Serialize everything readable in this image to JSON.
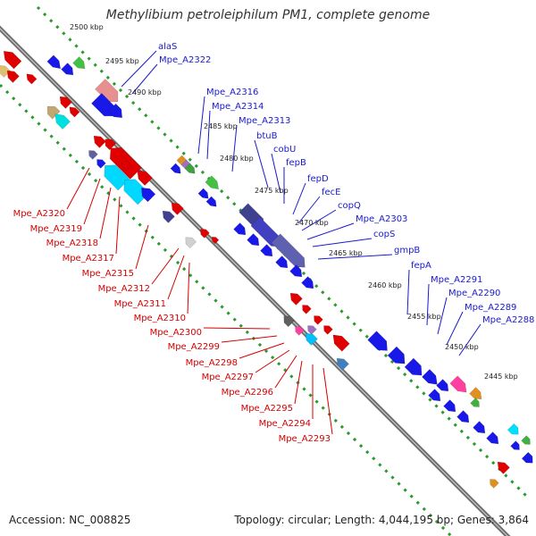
{
  "title": "Methylibium petroleiphilum PM1, complete genome",
  "accession": "Accession: NC_008825",
  "topology": "Topology: circular; Length: 4,044,195 bp; Genes: 3,864",
  "colors": {
    "forward_label": "#1a1acc",
    "reverse_label": "#d40000",
    "backbone": "#707070",
    "tick": "#2a9a2a"
  },
  "kbp_ticks": [
    {
      "label": "2500 kbp"
    },
    {
      "label": "2495 kbp"
    },
    {
      "label": "2490 kbp"
    },
    {
      "label": "2485 kbp"
    },
    {
      "label": "2480 kbp"
    },
    {
      "label": "2475 kbp"
    },
    {
      "label": "2470 kbp"
    },
    {
      "label": "2465 kbp"
    },
    {
      "label": "2460 kbp"
    },
    {
      "label": "2455 kbp"
    },
    {
      "label": "2450 kbp"
    },
    {
      "label": "2445 kbp"
    }
  ],
  "forward_labels": [
    "alaS",
    "Mpe_A2322",
    "Mpe_A2316",
    "Mpe_A2314",
    "Mpe_A2313",
    "btuB",
    "cobU",
    "fepB",
    "fepD",
    "fecE",
    "copQ",
    "Mpe_A2303",
    "copS",
    "gmpB",
    "fepA",
    "Mpe_A2291",
    "Mpe_A2290",
    "Mpe_A2289",
    "Mpe_A2288"
  ],
  "reverse_labels": [
    "Mpe_A2320",
    "Mpe_A2319",
    "Mpe_A2318",
    "Mpe_A2317",
    "Mpe_A2315",
    "Mpe_A2312",
    "Mpe_A2311",
    "Mpe_A2310",
    "Mpe_A2300",
    "Mpe_A2299",
    "Mpe_A2298",
    "Mpe_A2297",
    "Mpe_A2296",
    "Mpe_A2295",
    "Mpe_A2294",
    "Mpe_A2293"
  ]
}
